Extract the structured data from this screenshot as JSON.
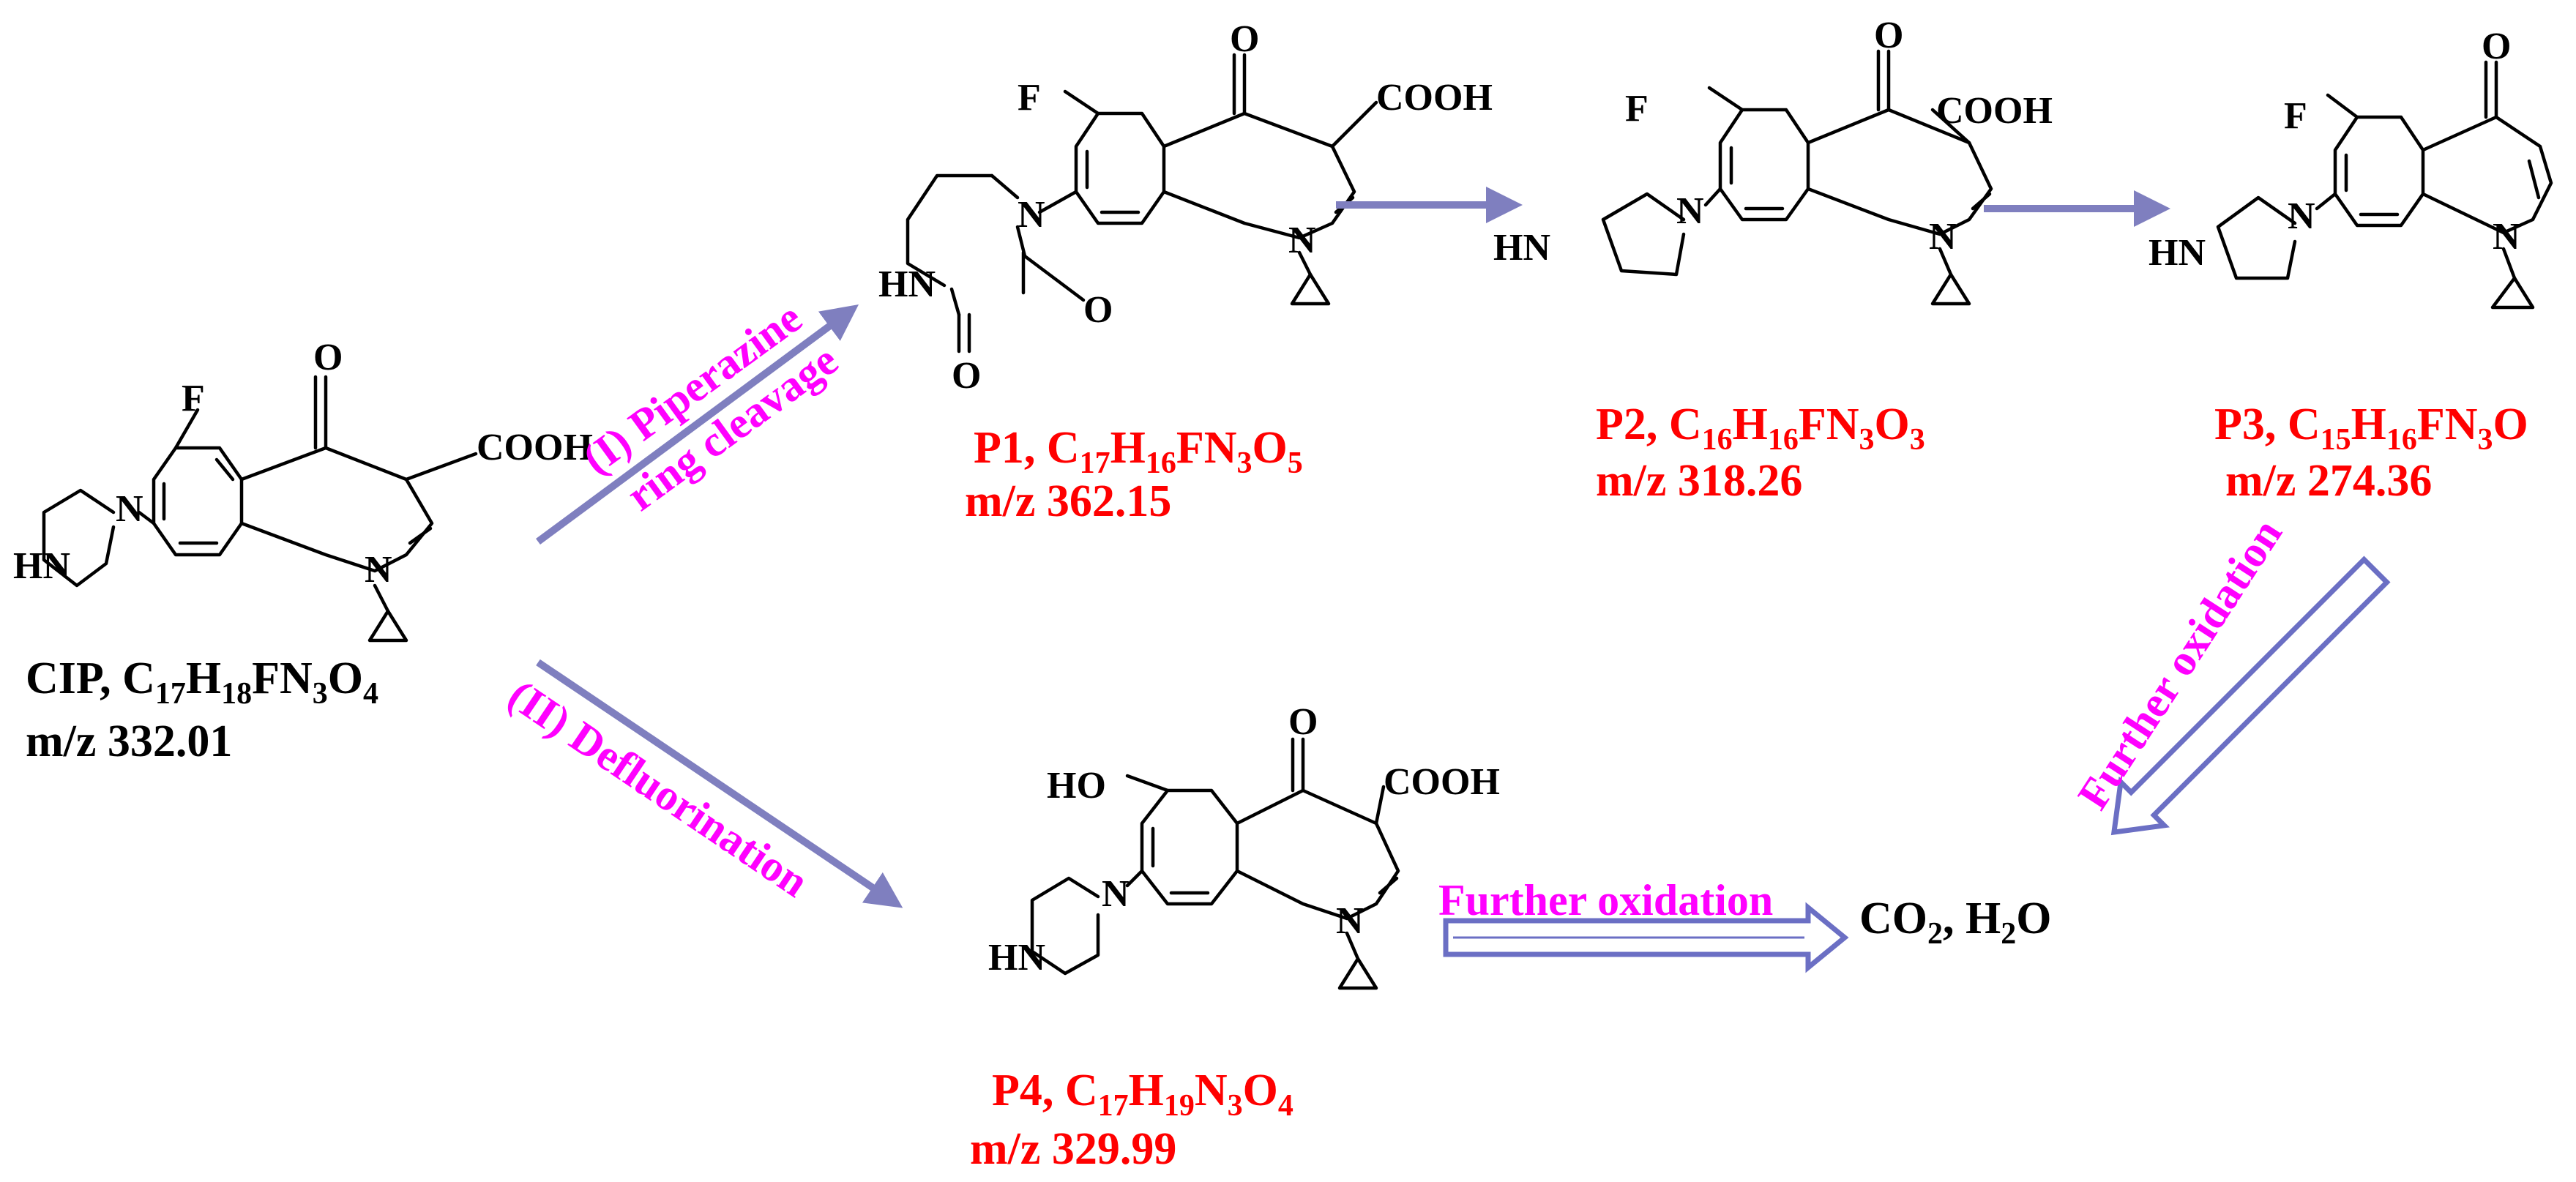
{
  "colors": {
    "arrow": "#7f7fbf",
    "step_text": "#ff00ff",
    "product_label": "#ff0000",
    "reactant_label": "#000000"
  },
  "atoms": {
    "F": "F",
    "O": "O",
    "N": "N",
    "COOH": "COOH",
    "HN": "HN",
    "HO": "HO"
  },
  "compounds": {
    "cip": {
      "name": "CIP, ",
      "f": [
        "C",
        "17",
        "H",
        "18",
        "FN",
        "3",
        "O",
        "4"
      ],
      "mz": "m/z 332.01"
    },
    "p1": {
      "name": "P1, ",
      "f": [
        "C",
        "17",
        "H",
        "16",
        "FN",
        "3",
        "O",
        "5"
      ],
      "mz": "m/z 362.15"
    },
    "p2": {
      "name": "P2, ",
      "f": [
        "C",
        "16",
        "H",
        "16",
        "FN",
        "3",
        "O",
        "3"
      ],
      "mz": "m/z 318.26"
    },
    "p3": {
      "name": "P3, ",
      "f": [
        "C",
        "15",
        "H",
        "16",
        "FN",
        "3",
        "O"
      ],
      "mz": "m/z 274.36"
    },
    "p4": {
      "name": "P4, ",
      "f": [
        "C",
        "17",
        "H",
        "19",
        "N",
        "3",
        "O",
        "4"
      ],
      "mz": "m/z 329.99"
    }
  },
  "steps": {
    "pathway1_line1": "(I) Piperazine",
    "pathway1_line2": "ring cleavage",
    "pathway2": "(II) Defluorination",
    "further_oxidation_p3": "Further oxidation",
    "further_oxidation_p4": "Further oxidation"
  },
  "final": {
    "co": "CO",
    "co_sub": "2",
    "sep": ", H",
    "h_sub": "2",
    "o": "O"
  }
}
